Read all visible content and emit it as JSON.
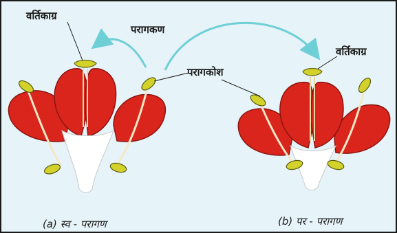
{
  "labels": {
    "stigma_a": "वर्तिकाग्र",
    "pollen": "परागकण",
    "anther": "परागकोश",
    "stigma_b": "वर्तिकाग्र"
  },
  "captions": {
    "a": "(a) स्व - परागण",
    "b": "(b)  पर - परागण"
  },
  "colors": {
    "background": "#e6f3f8",
    "petal": "#d9251c",
    "petal_edge": "#8c1410",
    "anther": "#d2d22a",
    "arrow": "#6ecfd6"
  }
}
